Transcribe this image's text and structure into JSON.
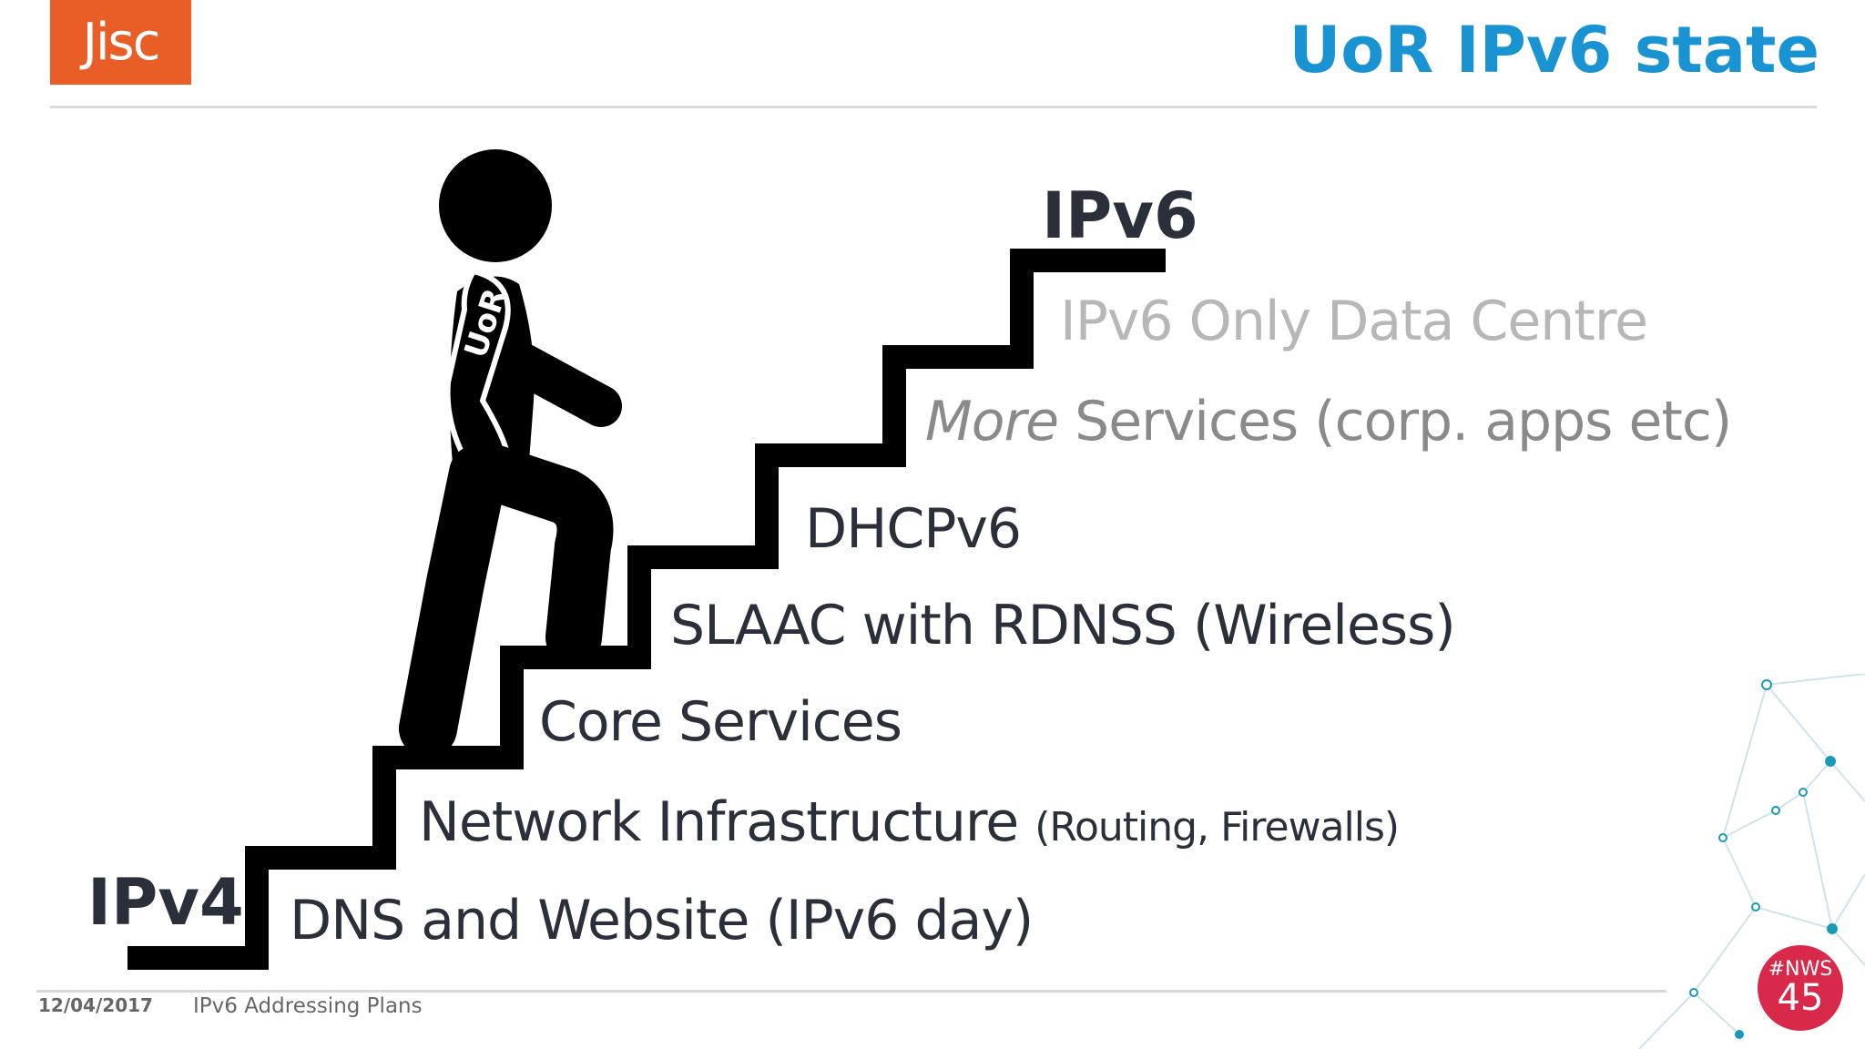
{
  "header": {
    "logo_text": "Jisc",
    "title": "UoR IPv6 state"
  },
  "diagram": {
    "start_label": "IPv4",
    "end_label": "IPv6",
    "figure_label": "UoR",
    "steps": [
      {
        "text": "DNS and Website (IPv6 day)"
      },
      {
        "text": "Network Infrastructure ",
        "small": "(Routing, Firewalls)"
      },
      {
        "text": "Core Services"
      },
      {
        "text": "SLAAC with RDNSS (Wireless)"
      },
      {
        "text": "DHCPv6"
      },
      {
        "italic": "More",
        "text": " Services (corp. apps etc)"
      },
      {
        "text": "IPv6 Only Data Centre"
      }
    ]
  },
  "footer": {
    "date": "12/04/2017",
    "subject": "IPv6 Addressing Plans"
  },
  "badge": {
    "line1": "#NWS",
    "line2": "45"
  },
  "colors": {
    "brand_orange": "#e85e26",
    "title_blue": "#1a93d3",
    "badge_red": "#d9294a",
    "network_teal": "#1a9ab8"
  }
}
